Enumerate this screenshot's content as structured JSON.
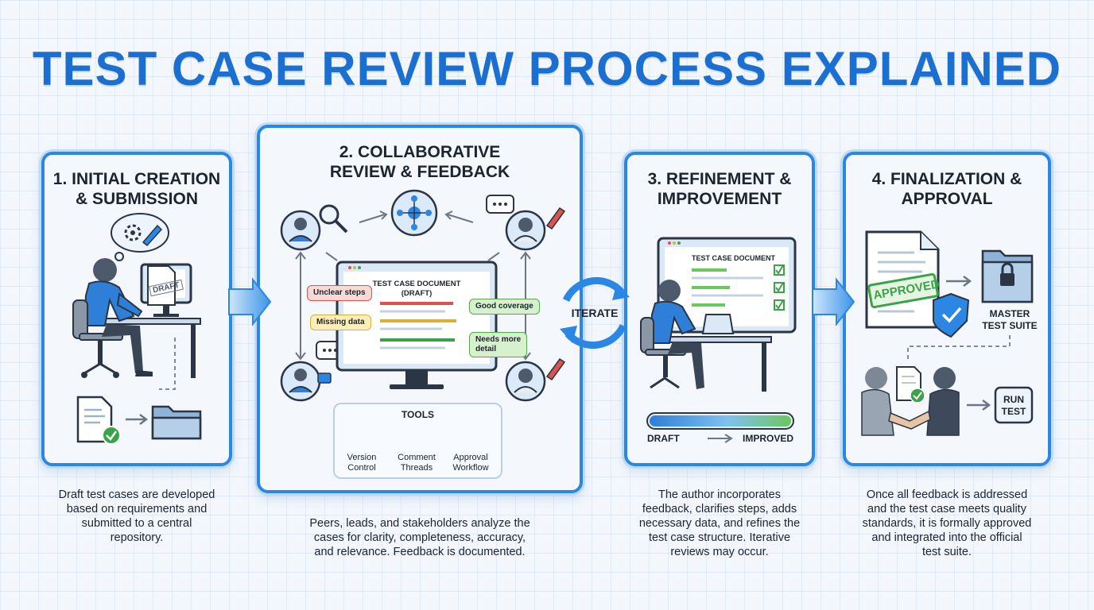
{
  "title": "TEST CASE REVIEW PROCESS EXPLAINED",
  "colors": {
    "accent": "#1a6fd0",
    "panel_border": "#2c86e4",
    "approved_green": "#3aa34a",
    "issue_red": "#d9534f"
  },
  "steps": [
    {
      "title_line1": "1. INITIAL CREATION",
      "title_line2": "& SUBMISSION",
      "draft_stamp": "DRAFT",
      "description": [
        "Draft test cases are developed",
        "based on requirements and",
        "submitted to a central",
        "repository."
      ]
    },
    {
      "title_line1": "2. COLLABORATIVE",
      "title_line2": "REVIEW & FEEDBACK",
      "doc_title_line1": "TEST CASE DOCUMENT",
      "doc_title_line2": "(DRAFT)",
      "callouts": [
        "Unclear steps",
        "Missing data",
        "Good coverage",
        "Needs more",
        "detail"
      ],
      "tools": {
        "heading": "TOOLS",
        "items": [
          {
            "line1": "Version",
            "line2": "Control",
            "icon": "git-branch-icon"
          },
          {
            "line1": "Comment",
            "line2": "Threads",
            "icon": "comment-threads-icon"
          },
          {
            "line1": "Approval",
            "line2": "Workflow",
            "icon": "approval-check-icon"
          }
        ]
      },
      "description": [
        "Peers, leads, and stakeholders analyze the",
        "cases for clarity, completeness, accuracy,",
        "and relevance. Feedback is documented."
      ]
    },
    {
      "title_line1": "3. REFINEMENT &",
      "title_line2": "IMPROVEMENT",
      "doc_title": "TEST CASE DOCUMENT",
      "progress_from": "DRAFT",
      "progress_to": "IMPROVED",
      "description": [
        "The author incorporates",
        "feedback, clarifies steps, adds",
        "necessary data, and refines the",
        "test case structure. Iterative",
        "reviews may occur."
      ]
    },
    {
      "title_line1": "4. FINALIZATION &",
      "title_line2": "APPROVAL",
      "approved_stamp": "APPROVED",
      "suite_line1": "MASTER",
      "suite_line2": "TEST SUITE",
      "run_line1": "RUN",
      "run_line2": "TEST",
      "description": [
        "Once all feedback is addressed",
        "and the test case meets quality",
        "standards, it is formally approved",
        "and integrated into the official",
        "test suite."
      ]
    }
  ],
  "iterate_label": "ITERATE"
}
